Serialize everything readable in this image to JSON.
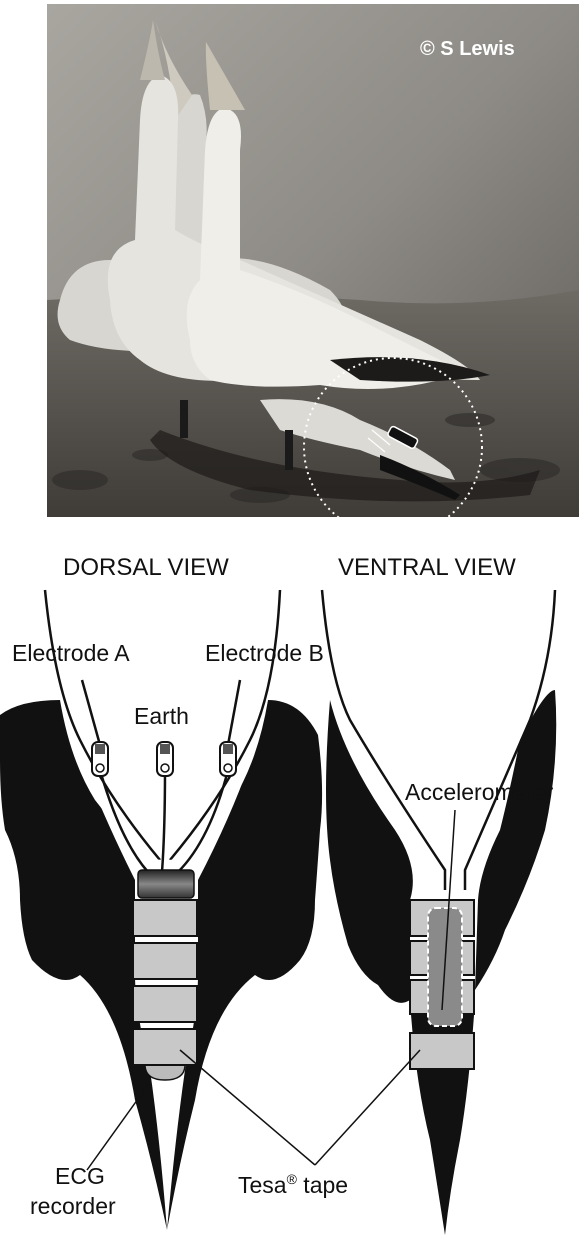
{
  "photo": {
    "credit": "© S Lewis"
  },
  "diagram": {
    "dorsal_title": "DORSAL VIEW",
    "ventral_title": "VENTRAL VIEW",
    "labels": {
      "electrode_a": "Electrode A",
      "electrode_b": "Electrode B",
      "earth": "Earth",
      "accelerometer": "Accelerometer",
      "ecg_line1": "ECG",
      "ecg_line2": "recorder",
      "tesa": "Tesa",
      "tesa_reg": "®",
      "tesa_suffix": " tape"
    }
  },
  "colors": {
    "ink": "#111111",
    "tape": "#c8c8c8",
    "tape_dark": "#8a8a8a",
    "photo_bg": "#8c8a86"
  }
}
